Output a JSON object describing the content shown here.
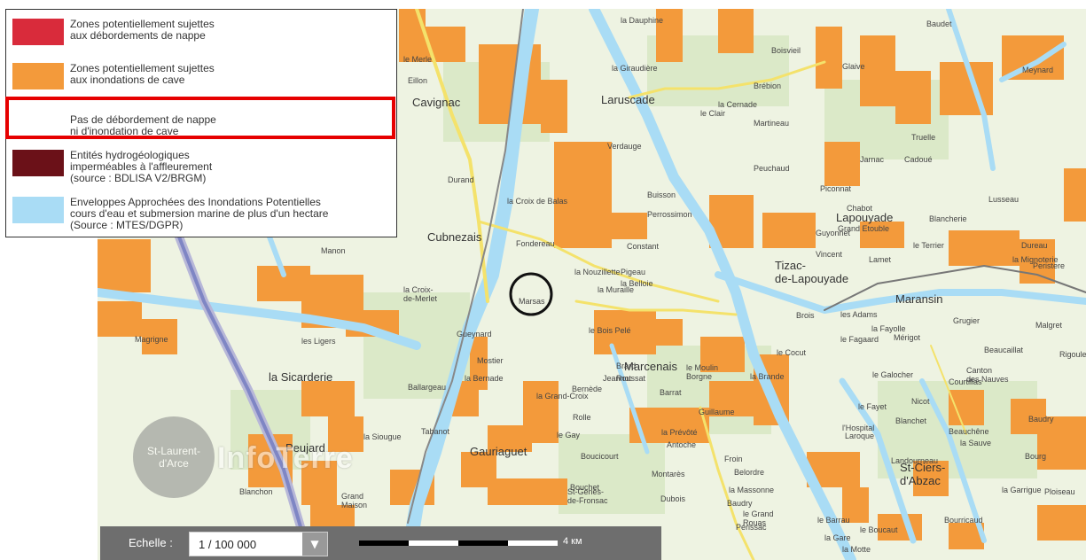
{
  "legend": {
    "items": [
      {
        "label": "Zones potentiellement sujettes\naux débordements de nappe",
        "color": "#d92b3b"
      },
      {
        "label": "Zones potentiellement sujettes\naux inondations de cave",
        "color": "#f39a3b"
      },
      {
        "label": "Pas de débordement de nappe\nni d'inondation de cave",
        "color": "#ffffff"
      },
      {
        "label": "Entités hydrogéologiques\nimperméables à l'affleurement\n(source : BDLISA V2/BRGM)",
        "color": "#6b1118"
      },
      {
        "label": "Enveloppes Approchées des Inondations Potentielles\ncours d'eau et submersion marine de plus d'un hectare\n(Source : MTES/DGPR)",
        "color": "#a9dcf5"
      }
    ],
    "highlight_color": "#e60000"
  },
  "scale": {
    "label": "Echelle :",
    "value": "1 / 100 000",
    "distance": "4 км"
  },
  "watermark": {
    "circle_text": "St-Laurent-\nd'Arce",
    "brand": "InfoTerre"
  },
  "map": {
    "colors": {
      "background": "#eef3e2",
      "flood": "#f39a3b",
      "river": "#a9dcf5",
      "road": "#f4e26b",
      "marker": "#111111"
    },
    "places": [
      {
        "name": "Cavignac",
        "cls": "big"
      },
      {
        "name": "Laruscade",
        "cls": "big"
      },
      {
        "name": "Cubnezais",
        "cls": "big"
      },
      {
        "name": "la Sicarderie",
        "cls": "big"
      },
      {
        "name": "Peujard",
        "cls": "big"
      },
      {
        "name": "Lapouyade",
        "cls": "big"
      },
      {
        "name": "Tizac-\nde-Lapouyade",
        "cls": "big"
      },
      {
        "name": "Marcenais",
        "cls": "big"
      },
      {
        "name": "Maransin",
        "cls": "big"
      },
      {
        "name": "St-Ciers-\nd'Abzac",
        "cls": "big"
      },
      {
        "name": "Gauriaguet",
        "cls": "big"
      },
      {
        "name": "St-Genès-\nde-Fronsac",
        "cls": ""
      },
      {
        "name": "Bourricaud",
        "cls": ""
      },
      {
        "name": "Marsas",
        "cls": ""
      },
      {
        "name": "la Dauphine",
        "cls": ""
      },
      {
        "name": "la Giraudière",
        "cls": ""
      },
      {
        "name": "Boisvieil",
        "cls": ""
      },
      {
        "name": "Brébion",
        "cls": ""
      },
      {
        "name": "Martineau",
        "cls": ""
      },
      {
        "name": "Truelle",
        "cls": ""
      },
      {
        "name": "Verdauge",
        "cls": ""
      },
      {
        "name": "Buisson",
        "cls": ""
      },
      {
        "name": "Perrossimon",
        "cls": ""
      },
      {
        "name": "la Croix de Balas",
        "cls": ""
      },
      {
        "name": "Constant",
        "cls": ""
      },
      {
        "name": "Fondereau",
        "cls": ""
      },
      {
        "name": "la Nouzillette",
        "cls": ""
      },
      {
        "name": "Pigeau",
        "cls": ""
      },
      {
        "name": "la Belloie",
        "cls": ""
      },
      {
        "name": "la Muraille",
        "cls": ""
      },
      {
        "name": "le Bois Pelé",
        "cls": ""
      },
      {
        "name": "la Croix-\nde-Merlet",
        "cls": ""
      },
      {
        "name": "Manon",
        "cls": ""
      },
      {
        "name": "Magrigne",
        "cls": ""
      },
      {
        "name": "les Ligers",
        "cls": ""
      },
      {
        "name": "Gueynard",
        "cls": ""
      },
      {
        "name": "Mostier",
        "cls": ""
      },
      {
        "name": "Ballargeau",
        "cls": ""
      },
      {
        "name": "la Bernade",
        "cls": ""
      },
      {
        "name": "Tabanot",
        "cls": ""
      },
      {
        "name": "le Gay",
        "cls": ""
      },
      {
        "name": "Rolle",
        "cls": ""
      },
      {
        "name": "Brard",
        "cls": ""
      },
      {
        "name": "Roussat",
        "cls": ""
      },
      {
        "name": "Barrat",
        "cls": ""
      },
      {
        "name": "le Moulin\nBorgne",
        "cls": ""
      },
      {
        "name": "la Brande",
        "cls": ""
      },
      {
        "name": "Guillaume",
        "cls": ""
      },
      {
        "name": "la Prévôté",
        "cls": ""
      },
      {
        "name": "Antoche",
        "cls": ""
      },
      {
        "name": "Froin",
        "cls": ""
      },
      {
        "name": "Belordre",
        "cls": ""
      },
      {
        "name": "la Massonne",
        "cls": ""
      },
      {
        "name": "Baudry",
        "cls": ""
      },
      {
        "name": "le Grand\nRouas",
        "cls": ""
      },
      {
        "name": "Jarnac",
        "cls": ""
      },
      {
        "name": "Piconnat",
        "cls": ""
      },
      {
        "name": "Chabot",
        "cls": ""
      },
      {
        "name": "Guyonnet",
        "cls": ""
      },
      {
        "name": "Grand Etouble",
        "cls": ""
      },
      {
        "name": "Blancherie",
        "cls": ""
      },
      {
        "name": "Lusseau",
        "cls": ""
      },
      {
        "name": "la Mignoterie",
        "cls": ""
      },
      {
        "name": "Peristere",
        "cls": ""
      },
      {
        "name": "Brois",
        "cls": ""
      },
      {
        "name": "les Adams",
        "cls": ""
      },
      {
        "name": "la Fayolle",
        "cls": ""
      },
      {
        "name": "Mérigot",
        "cls": ""
      },
      {
        "name": "le Fagaard",
        "cls": ""
      },
      {
        "name": "le Cocut",
        "cls": ""
      },
      {
        "name": "le Galocher",
        "cls": ""
      },
      {
        "name": "le Fayet",
        "cls": ""
      },
      {
        "name": "Nicot",
        "cls": ""
      },
      {
        "name": "Blanchet",
        "cls": ""
      },
      {
        "name": "Laroque",
        "cls": ""
      },
      {
        "name": "Landourneau",
        "cls": ""
      },
      {
        "name": "Courtillas",
        "cls": ""
      },
      {
        "name": "Canton\ndes Nauves",
        "cls": ""
      },
      {
        "name": "Beaucaillat",
        "cls": ""
      },
      {
        "name": "Grugier",
        "cls": ""
      },
      {
        "name": "Malgret",
        "cls": ""
      },
      {
        "name": "Rigouleau",
        "cls": ""
      },
      {
        "name": "Baudry",
        "cls": ""
      },
      {
        "name": "Ploiseau",
        "cls": ""
      },
      {
        "name": "la Garrigue",
        "cls": ""
      },
      {
        "name": "Bourg",
        "cls": ""
      },
      {
        "name": "Blanchon",
        "cls": ""
      },
      {
        "name": "Meynard",
        "cls": ""
      },
      {
        "name": "Glaive",
        "cls": ""
      },
      {
        "name": "Baudet",
        "cls": ""
      },
      {
        "name": "Durand",
        "cls": ""
      },
      {
        "name": "Eillon",
        "cls": ""
      },
      {
        "name": "le Merle",
        "cls": ""
      },
      {
        "name": "le Clair",
        "cls": ""
      },
      {
        "name": "la Cernade",
        "cls": ""
      },
      {
        "name": "Peuchaud",
        "cls": ""
      },
      {
        "name": "Cadoué",
        "cls": ""
      },
      {
        "name": "Vincent",
        "cls": ""
      },
      {
        "name": "Lamet",
        "cls": ""
      },
      {
        "name": "le Terrier",
        "cls": ""
      },
      {
        "name": "Dureau",
        "cls": ""
      },
      {
        "name": "Jeannot",
        "cls": ""
      },
      {
        "name": "Bernède",
        "cls": ""
      },
      {
        "name": "la Grand-Croix",
        "cls": ""
      },
      {
        "name": "Boucicourt",
        "cls": ""
      },
      {
        "name": "Bouchet",
        "cls": ""
      },
      {
        "name": "Dubois",
        "cls": ""
      },
      {
        "name": "Montarès",
        "cls": ""
      },
      {
        "name": "Périssac",
        "cls": ""
      },
      {
        "name": "le Barrau",
        "cls": ""
      },
      {
        "name": "le Boucaut",
        "cls": ""
      },
      {
        "name": "la Motte",
        "cls": ""
      },
      {
        "name": "la Gare",
        "cls": ""
      },
      {
        "name": "l'Hospital",
        "cls": ""
      },
      {
        "name": "Beauchêne",
        "cls": ""
      },
      {
        "name": "la Sauve",
        "cls": ""
      },
      {
        "name": "la Siougue",
        "cls": ""
      },
      {
        "name": "Grand\nMaison",
        "cls": ""
      }
    ]
  }
}
